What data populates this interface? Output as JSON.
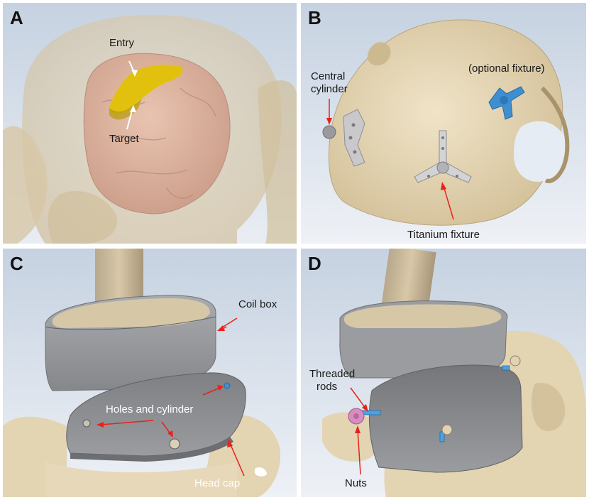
{
  "panels": {
    "A": {
      "letter": "A",
      "labels": {
        "entry": "Entry",
        "target": "Target"
      }
    },
    "B": {
      "letter": "B",
      "labels": {
        "central_line1": "Central",
        "central_line2": "cylinder",
        "optional": "(optional fixture)",
        "titanium": "Titanium fixture"
      }
    },
    "C": {
      "letter": "C",
      "labels": {
        "coil_box": "Coil box",
        "holes": "Holes and cylinder",
        "head_cap": "Head cap"
      }
    },
    "D": {
      "letter": "D",
      "labels": {
        "threaded_line1": "Threaded",
        "threaded_line2": "rods",
        "nuts": "Nuts"
      }
    }
  },
  "colors": {
    "background_gradient_top": "#c8d4e2",
    "background_gradient_bottom": "#eef1f6",
    "skull": "#e3d4b2",
    "brain": "#d9b3a0",
    "target_region": "#e2c10e",
    "fixture_titanium": "#c9c9cc",
    "fixture_optional": "#3f8fd0",
    "coil_box": "#9c9ea2",
    "arrow": "#e8221b",
    "rod": "#4aa3e0",
    "nut": "#d98cc0"
  }
}
